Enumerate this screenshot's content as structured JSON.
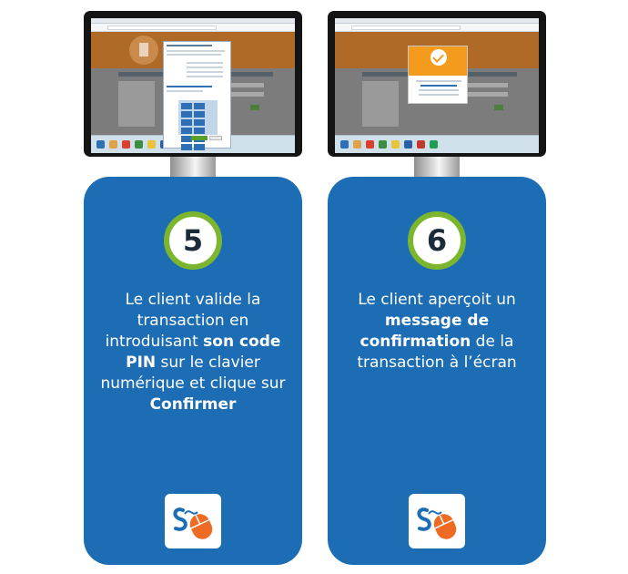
{
  "steps": [
    {
      "number": "5",
      "desc_1": "Le client valide la transaction en introduisant ",
      "desc_2": "son code PIN",
      "desc_3": " sur le clavier numérique et clique sur ",
      "desc_4": "Confirmer"
    },
    {
      "number": "6",
      "desc_1": "Le client aperçoit un ",
      "desc_2": "message de confirmation",
      "desc_3": " de la transaction à l’écran"
    }
  ],
  "colors": {
    "card_blue": "#1c6db3",
    "ring_green": "#7cb62f",
    "logo_orange": "#ee6b24",
    "success_orange": "#f49a1c"
  },
  "icons": {
    "logo": "so-mouse-logo",
    "success": "check-circle-icon"
  }
}
